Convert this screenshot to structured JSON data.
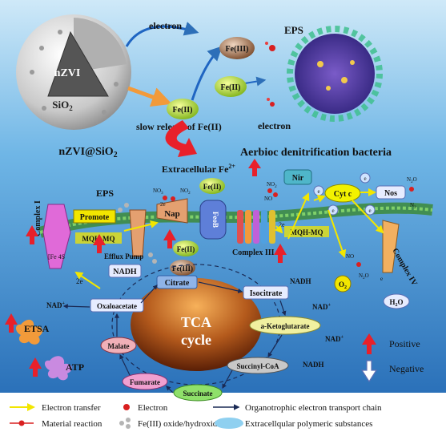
{
  "particle": {
    "core": "nZVI",
    "shell": "SiO",
    "shell_sub": "2",
    "caption": "nZVI@SiO",
    "caption_sub": "2"
  },
  "top": {
    "electron_top": "electron",
    "fe3_top": "Fe(III)",
    "fe2_mid": "Fe(II)",
    "fe2_left": "Fe(II)",
    "slow_release": "slow release of Fe(II)",
    "electron_right": "electron",
    "eps_top": "EPS",
    "bacteria_title": "Aerbioc denitrification bacteria",
    "extracellular": "Extracellular Fe",
    "extracellular_sup": "2+"
  },
  "membrane": {
    "fe2_membrane": "Fe(II)",
    "no3_a": "NO",
    "no3_a_sub": "3",
    "no2_a": "NO",
    "no2_a_sub": "2",
    "two_e_nap": "2e",
    "nap": "Nap",
    "feob": "FeoB",
    "eps_left": "EPS",
    "promote": "Promote",
    "complex_i": "Complex I",
    "fe4s": "[Fe",
    "fe4s_mid": "4S",
    "mqh_left": "MQH-MQ",
    "efflux": "Efflux Pump",
    "fe2_low": "Fe(II)",
    "fe3_low": "Fe(III)",
    "two_e_left": "2e",
    "nadh_left": "NADH",
    "complex_iii": "Complex III",
    "mqh_right": "MQH-MQ",
    "two_e_right": "2e",
    "no2_b": "NO",
    "no2_b_sub": "2",
    "no_b": "NO",
    "nir": "Nir",
    "e_nir": "e",
    "cytc": "Cyt c",
    "e_cyt1": "e",
    "e_cyt2": "e",
    "e_cyt3": "e",
    "nos": "Nos",
    "n2o": "N",
    "n2o_sub": "2",
    "n2o_tail": "O",
    "n2": "N",
    "n2_sub": "2",
    "no_c": "NO",
    "n2o_b": "N",
    "n2o_b_sub": "2",
    "n2o_b_tail": "O",
    "complex_iv": "Complex IV",
    "e_iv": "e",
    "o2": "O",
    "o2_sub": "2",
    "h2o": "H",
    "h2o_sub": "2",
    "h2o_tail": "O"
  },
  "tca": {
    "title_line1": "TCA",
    "title_line2": "cycle",
    "citrate": "Citrate",
    "isocitrate": "Isocitrate",
    "akg": "a-Ketoglutarate",
    "succoa": "Succinyl-CoA",
    "succinate": "Succinate",
    "fumarate": "Fumarate",
    "malate": "Malate",
    "oxaloacetate": "Oxaloacetate",
    "nadh1": "NADH",
    "nad1": "NAD",
    "nad1_sup": "+",
    "nad2": "NAD",
    "nad2_sup": "+",
    "nadh2": "NADH",
    "nad_left": "NAD",
    "nad_left_sup": "+"
  },
  "left": {
    "etsa": "ETSA",
    "atp": "ATP"
  },
  "legend": {
    "positive": "Positive",
    "negative": "Negative",
    "electron_transfer": "Electron transfer",
    "electron": "Electron",
    "organotrophic": "Organotrophic electron transport chain",
    "material_reaction": "Material reaction",
    "fe_oxide": "Fe(III) oxide/hydroxide",
    "eps_legend": "Extracellqular polymeric substances"
  },
  "colors": {
    "positive": "#e8202a",
    "negative": "#5b6fb5",
    "electron_arrow": "#f2e600",
    "membrane": "#3c8a3a",
    "tca": "#8a3a10"
  }
}
